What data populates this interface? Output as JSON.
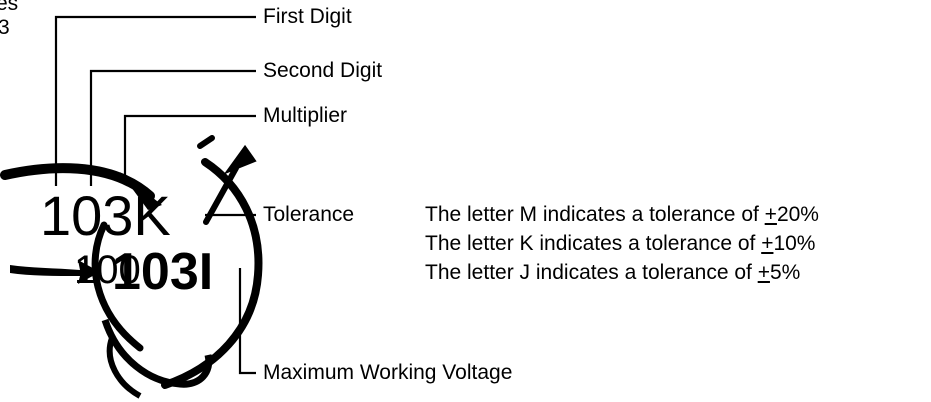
{
  "cutoff_text": [
    "es",
    "3"
  ],
  "callouts": {
    "first_digit": "First Digit",
    "second_digit": "Second Digit",
    "multiplier": "Multiplier",
    "tolerance": "Tolerance",
    "max_voltage": "Maximum Working Voltage"
  },
  "capacitor_codes": {
    "top": "103K",
    "bottom_small": "100",
    "bottom_bold": "103I"
  },
  "tolerance_notes": [
    {
      "prefix": "The letter M indicates a tolerance of ",
      "pm": "+",
      "value": "20%"
    },
    {
      "prefix": "The letter K indicates a tolerance of ",
      "pm": "+",
      "value": "10%"
    },
    {
      "prefix": "The letter J indicates a tolerance of ",
      "pm": "+",
      "value": "5%"
    }
  ]
}
